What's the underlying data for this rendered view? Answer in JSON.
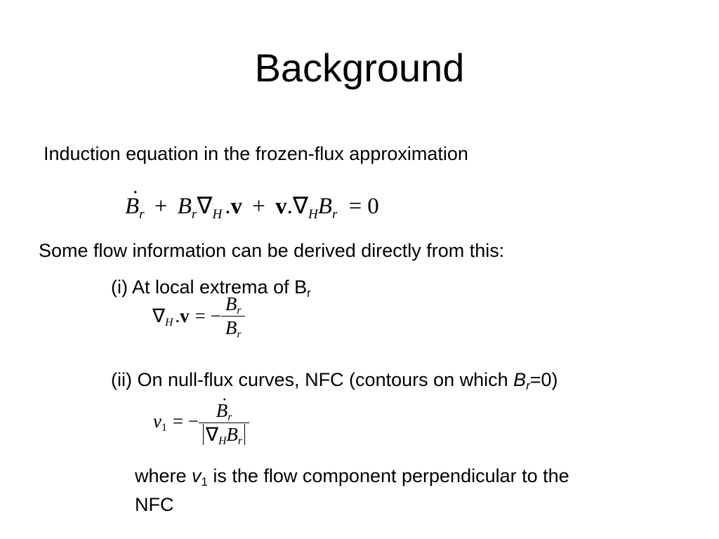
{
  "slide": {
    "title": "Background",
    "induction_heading": "Induction equation in the frozen-flux approximation",
    "flow_info": "Some flow information can be derived directly from this:",
    "item_i_prefix": "(i) At local extrema of B",
    "item_i_sub": "r",
    "item_ii_prefix": "(ii) On null-flux curves, NFC (contours on which ",
    "item_ii_var": "B",
    "item_ii_sub": "r",
    "item_ii_suffix": "=0)",
    "where_prefix": "where ",
    "where_var": "v",
    "where_sub": "1",
    "where_suffix": " is the flow component perpendicular to the",
    "where_line2": "NFC"
  },
  "equations": {
    "induction": {
      "B": "B",
      "dot": "˙",
      "r": "r",
      "plus": "+",
      "nabla": "∇",
      "H": "H",
      "dot_op": ".",
      "v": "v",
      "equals": "=",
      "zero": "0"
    },
    "divergence": {
      "nabla": "∇",
      "H": "H",
      "dot_op": ".",
      "v": "v",
      "equals_minus": "= −",
      "num_B": "B",
      "num_r": "r",
      "den_B": "B",
      "den_r": "r"
    },
    "nfc_velocity": {
      "v": "v",
      "one": "1",
      "equals_minus": "= −",
      "num_B": "B",
      "num_dot": "˙",
      "num_r": "r",
      "nabla": "∇",
      "H": "H",
      "den_B": "B",
      "den_r": "r"
    }
  }
}
